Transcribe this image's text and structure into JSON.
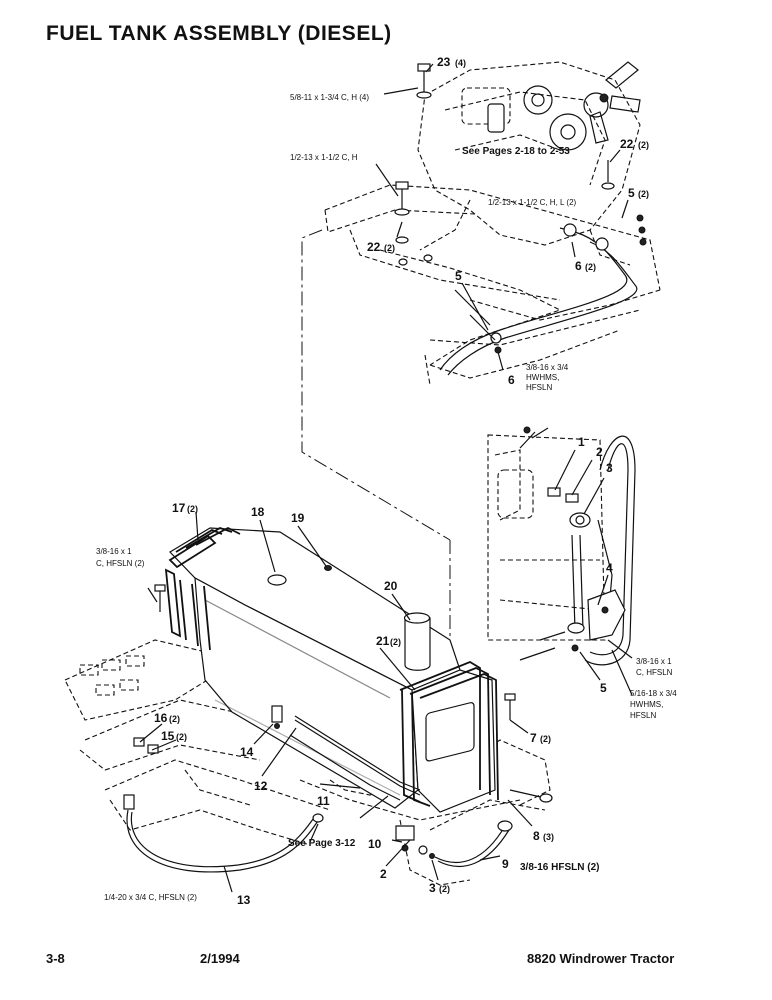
{
  "title": "FUEL TANK ASSEMBLY (DIESEL)",
  "footer": {
    "page": "3-8",
    "date": "2/1994",
    "model": "8820 Windrower Tractor"
  },
  "callouts": [
    {
      "num": "23",
      "qty": "(4)"
    },
    {
      "num": "22",
      "qty": "(2)"
    },
    {
      "num": "5",
      "qty": "(2)"
    },
    {
      "num": "22",
      "qty": "(2)"
    },
    {
      "num": "6",
      "qty": "(2)"
    },
    {
      "num": "5",
      "qty": ""
    },
    {
      "num": "6",
      "qty": ""
    },
    {
      "num": "1",
      "qty": ""
    },
    {
      "num": "2",
      "qty": ""
    },
    {
      "num": "3",
      "qty": ""
    },
    {
      "num": "17",
      "qty": "(2)"
    },
    {
      "num": "18",
      "qty": ""
    },
    {
      "num": "19",
      "qty": ""
    },
    {
      "num": "20",
      "qty": ""
    },
    {
      "num": "21",
      "qty": "(2)"
    },
    {
      "num": "4",
      "qty": ""
    },
    {
      "num": "5",
      "qty": ""
    },
    {
      "num": "16",
      "qty": "(2)"
    },
    {
      "num": "15",
      "qty": "(2)"
    },
    {
      "num": "14",
      "qty": ""
    },
    {
      "num": "7",
      "qty": "(2)"
    },
    {
      "num": "12",
      "qty": ""
    },
    {
      "num": "11",
      "qty": ""
    },
    {
      "num": "8",
      "qty": "(3)"
    },
    {
      "num": "10",
      "qty": ""
    },
    {
      "num": "2",
      "qty": ""
    },
    {
      "num": "9",
      "qty": ""
    },
    {
      "num": "3",
      "qty": "(2)"
    },
    {
      "num": "13",
      "qty": ""
    }
  ],
  "specs": [
    {
      "text": "5/8-11 x 1-3/4 C, H (4)"
    },
    {
      "text": "1/2-13 x 1-1/2 C, H"
    },
    {
      "text": "1/2-13 x 1-1/2 C, H, L (2)"
    },
    {
      "text": "3/8-16 x 3/4"
    },
    {
      "text": "HWHMS,"
    },
    {
      "text": "HFSLN"
    },
    {
      "text": "3/8-16 x 1"
    },
    {
      "text": "C, HFSLN (2)"
    },
    {
      "text": "3/8-16 x 1"
    },
    {
      "text": "C, HFSLN"
    },
    {
      "text": "5/16-18 x 3/4"
    },
    {
      "text": "HWHMS,"
    },
    {
      "text": "HFSLN"
    },
    {
      "text": "1/4-20 x 3/4 C, HFSLN (2)"
    }
  ],
  "refs": [
    {
      "text": "See Pages 2-18 to 2-53"
    },
    {
      "text": "See Page 3-12"
    },
    {
      "text": "3/8-16 HFSLN (2)"
    }
  ]
}
